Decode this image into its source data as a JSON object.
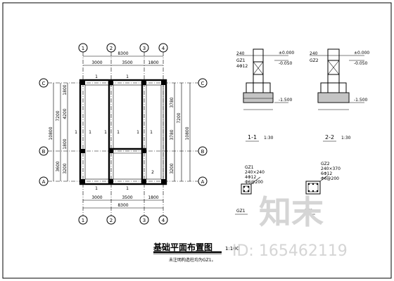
{
  "plan": {
    "title": "基础平面布置图",
    "title_scale": "1:100",
    "note": "未注明构造柱均为GZ1。",
    "axes_top": [
      "1",
      "2",
      "3",
      "4"
    ],
    "axes_left": [
      "C",
      "B",
      "A"
    ],
    "axes_right": [
      "C",
      "B",
      "A"
    ],
    "dim_top_total": "8300",
    "dim_top": [
      "3000",
      "3500",
      "1800"
    ],
    "dim_bottom_total": "8300",
    "dim_bottom": [
      "3000",
      "3500",
      "1800"
    ],
    "dim_left_outer": "10800",
    "dim_left_mid": [
      "7200",
      "3600"
    ],
    "dim_left_inner": [
      "1800",
      "4200",
      "1800",
      "3200"
    ],
    "dim_right_outer": "10800",
    "dim_right_mid": [
      "7200"
    ],
    "dim_right_inner": [
      "3780",
      "3780",
      "3200"
    ],
    "wall_marks": [
      "1",
      "1",
      "1",
      "1",
      "1",
      "1",
      "1",
      "1",
      "1",
      "1"
    ],
    "mark_2": "2"
  },
  "section_1": {
    "label": "1-1",
    "scale": "1:30",
    "callouts": [
      "±0.000",
      "-0.050",
      "-1.500"
    ],
    "left_notes": [
      "240",
      "GZ1",
      "4Φ12"
    ]
  },
  "section_2": {
    "label": "2-2",
    "scale": "1:30",
    "callouts": [
      "±0.000",
      "-0.050",
      "-1.500"
    ],
    "left_notes": [
      "240",
      "GZ2"
    ]
  },
  "gz1": {
    "label": "GZ1",
    "notes": [
      "GZ1",
      "240×240",
      "4Φ12",
      "Φ6@200"
    ]
  },
  "gz2": {
    "label": "GZ2",
    "notes": [
      "GZ2",
      "240×370",
      "6Φ12",
      "Φ6@200"
    ]
  },
  "watermark": {
    "text": "知末",
    "id": "ID: 165462119"
  }
}
